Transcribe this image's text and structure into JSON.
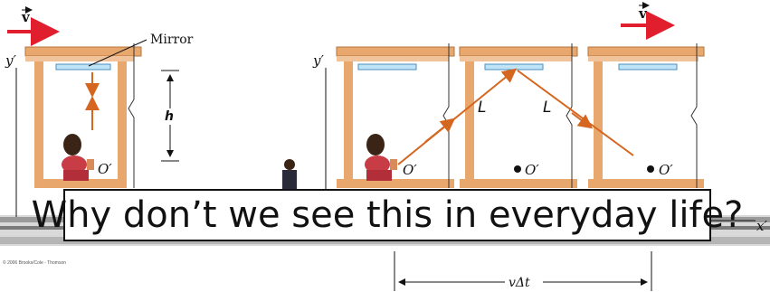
{
  "labels": {
    "velocity_left": "v",
    "velocity_right": "v",
    "mirror": "Mirror",
    "yprime_left": "y′",
    "yprime_right": "y′",
    "h": "h",
    "oprime": "O′",
    "L": "L",
    "xprime": "x′",
    "vdt": "vΔt"
  },
  "caption": "Why don’t we see this in everyday life?",
  "copyright": "© 2006 Brooks/Cole - Thomson",
  "colors": {
    "arrow_red": "#e01e2d",
    "frame_orange": "#e8a76d",
    "light_path": "#d4661f",
    "mirror_blue": "#bfe3f7"
  }
}
